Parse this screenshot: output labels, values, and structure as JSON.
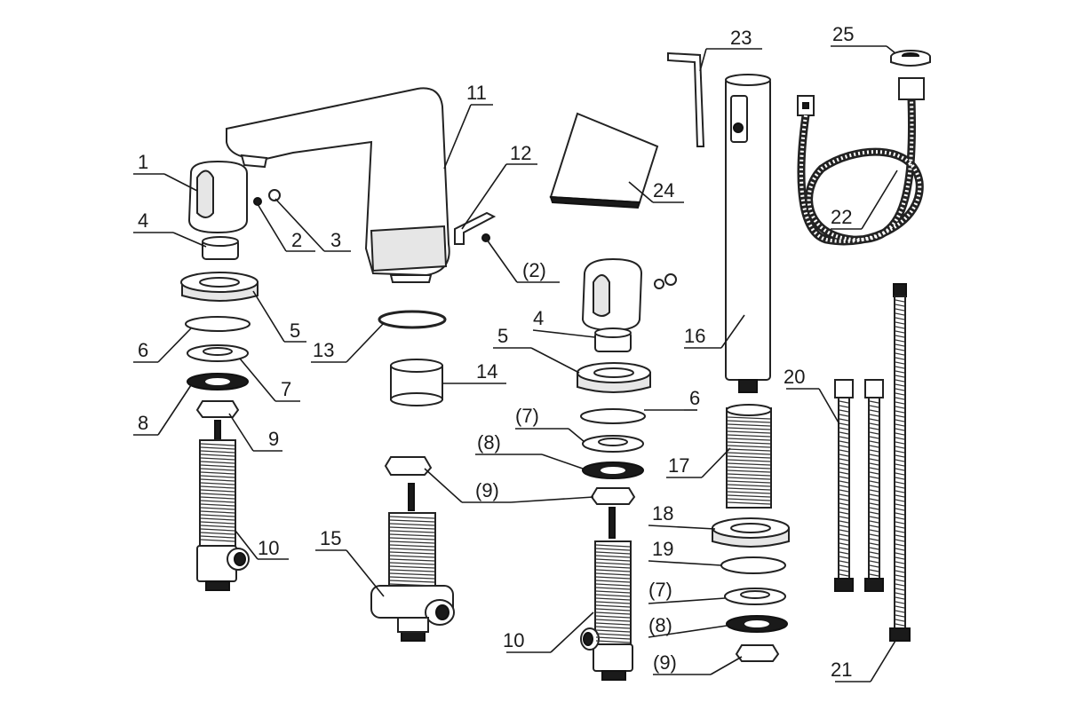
{
  "labels": {
    "p1": "1",
    "p2": "2",
    "p3": "3",
    "p4a": "4",
    "p5a": "5",
    "p6a": "6",
    "p7a": "7",
    "p8a": "8",
    "p9a": "9",
    "p10a": "10",
    "p11": "11",
    "p12": "12",
    "p2b": "(2)",
    "p13": "13",
    "p14": "14",
    "p15": "15",
    "p4b": "4",
    "p5b": "5",
    "p6b": "6",
    "p7b": "(7)",
    "p8b": "(8)",
    "p9b": "(9)",
    "p10b": "10",
    "p16": "16",
    "p17": "17",
    "p18": "18",
    "p19": "19",
    "p7c": "(7)",
    "p8c": "(8)",
    "p9c": "(9)",
    "p20": "20",
    "p21": "21",
    "p22": "22",
    "p23": "23",
    "p24": "24",
    "p25": "25"
  }
}
